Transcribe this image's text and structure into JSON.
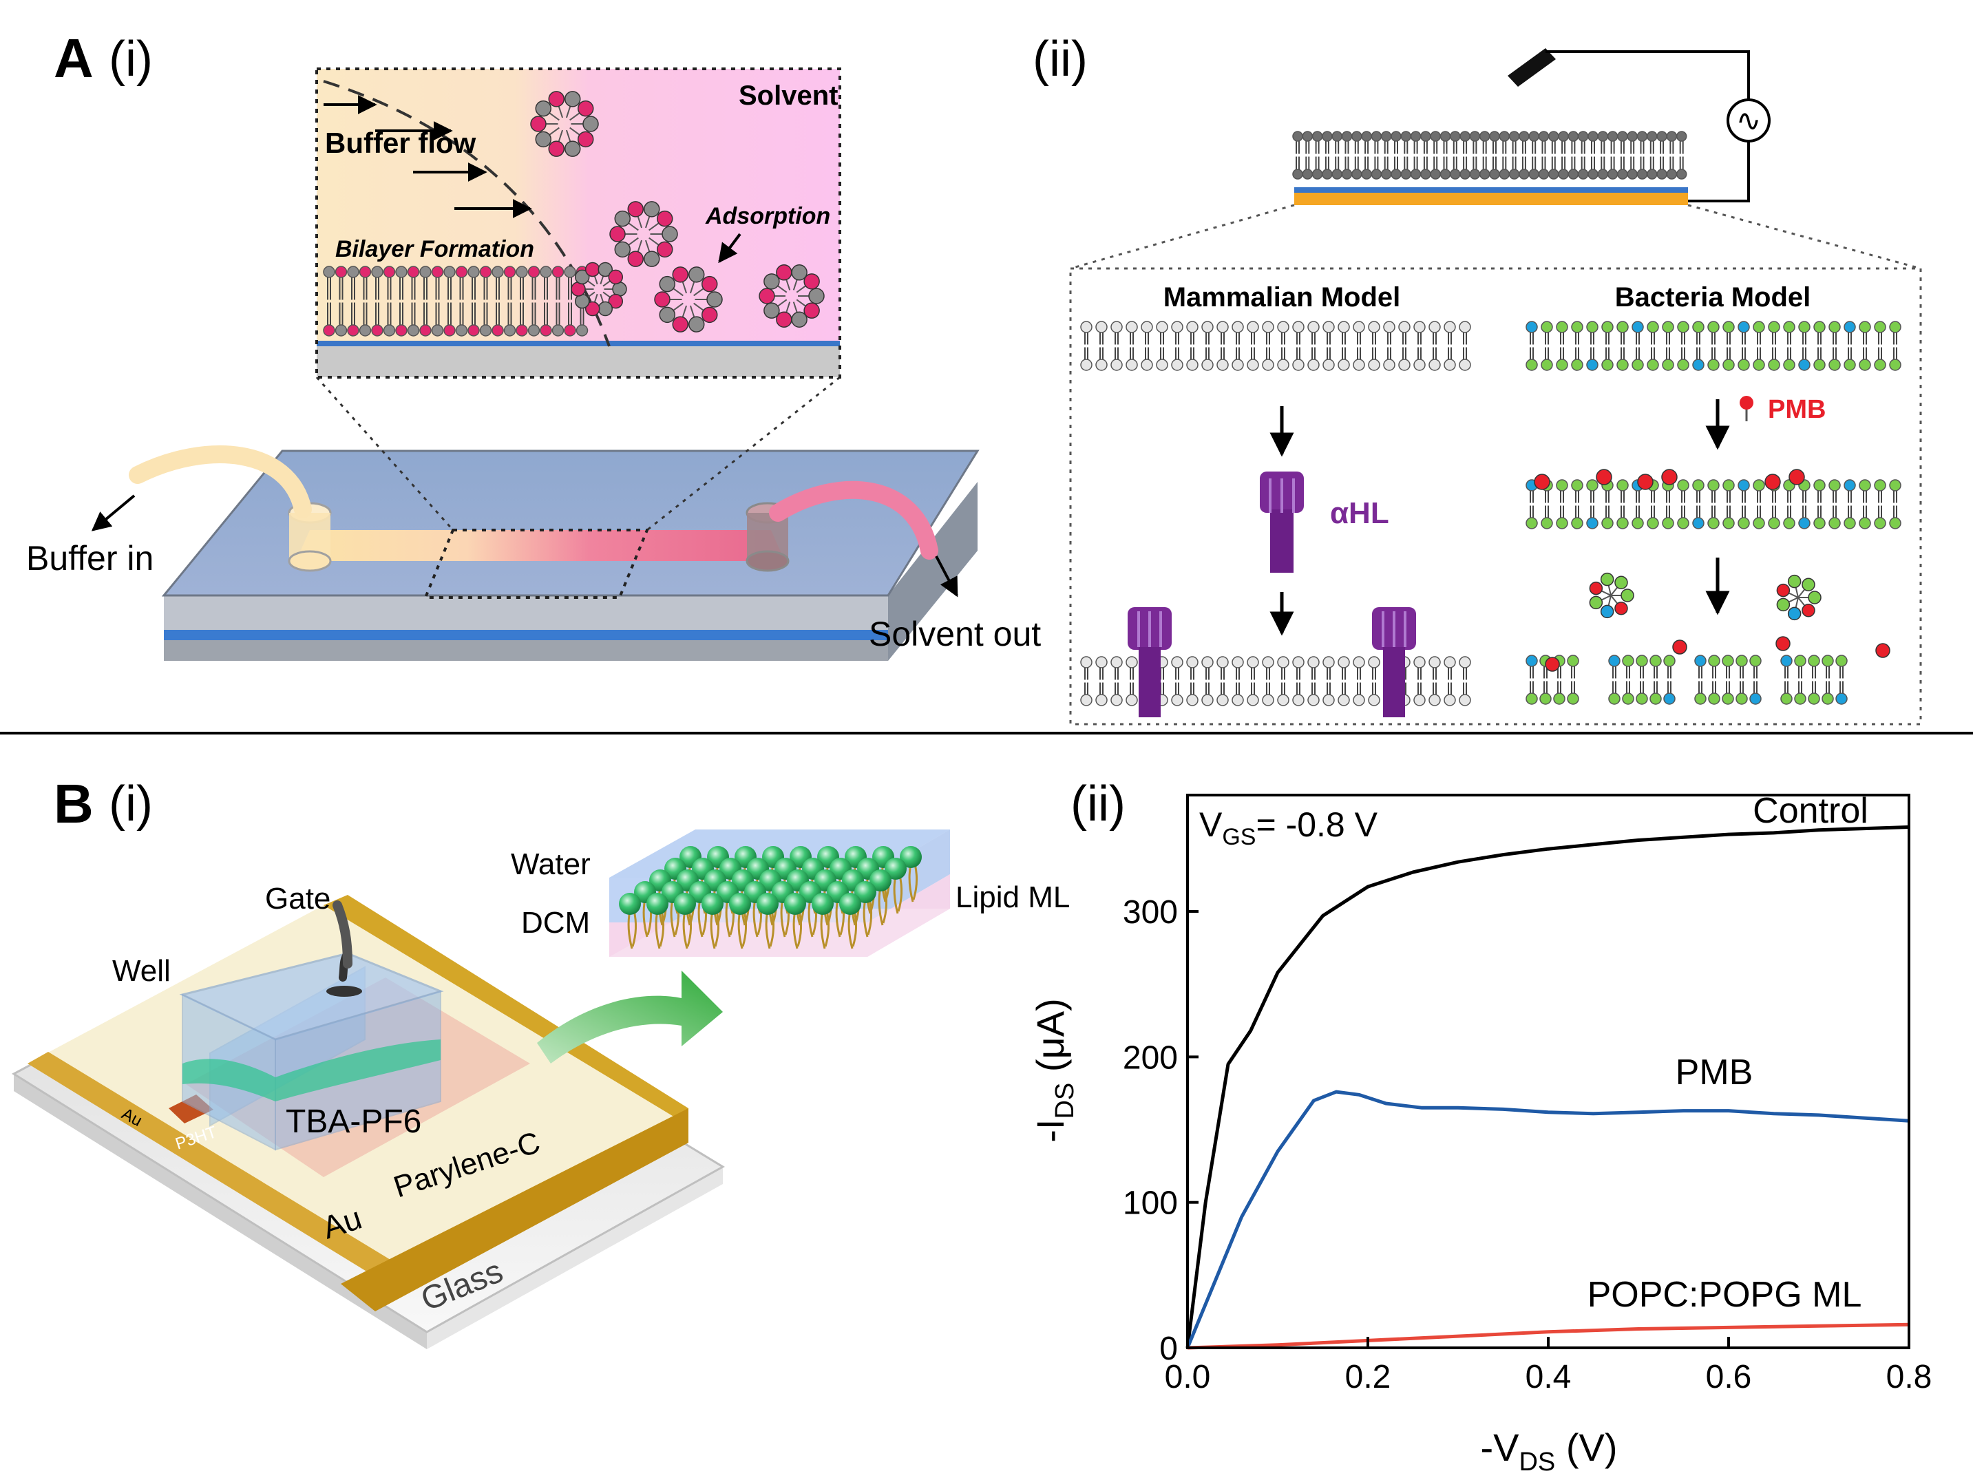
{
  "colors": {
    "background": "#ffffff",
    "lipid_head_grey": "#8c8c8c",
    "lipid_head_pink": "#e0286e",
    "lipid_head_white": "#e6e6e6",
    "lipid_head_green": "#7ccd4c",
    "lipid_head_cyan": "#1ea0dc",
    "pmb_red": "#e8202a",
    "alpha_hl_purple": "#7a2a96",
    "gold": "#d4a628",
    "p3ht_orange": "#c2501e",
    "curve_control": "#000000",
    "curve_pmb": "#1f5aa6",
    "curve_popc": "#e8483a"
  },
  "panel_a": {
    "letter": "A",
    "sub_i": "(i)",
    "sub_ii": "(ii)",
    "solvent": "Solvent",
    "buffer_flow": "Buffer flow",
    "bilayer_formation": "Bilayer Formation",
    "adsorption": "Adsorption",
    "buffer_in": "Buffer in",
    "solvent_out": "Solvent out",
    "mammalian_model": "Mammalian Model",
    "bacteria_model": "Bacteria Model",
    "alpha_hl": "αHL",
    "pmb": "PMB",
    "source_symbol": "∿"
  },
  "panel_b": {
    "letter": "B",
    "sub_i": "(i)",
    "sub_ii": "(ii)",
    "gate": "Gate",
    "well": "Well",
    "water": "Water",
    "dcm": "DCM",
    "lipid_ml": "Lipid ML",
    "tba_pf6": "TBA-PF6",
    "parylene": "Parylene-C",
    "au_small": "Au",
    "au_large": "Au",
    "p3ht": "P3HT",
    "glass": "Glass"
  },
  "chart_data": {
    "type": "line",
    "annotation": "VGS= -0.8 V",
    "annotation_parts": {
      "main": "V",
      "sub": "GS",
      "rest": "= -0.8 V"
    },
    "xlabel": "-VDS (V)",
    "xlabel_parts": {
      "pre": "-V",
      "sub": "DS",
      "post": " (V)"
    },
    "ylabel": "-IDS (μA)",
    "ylabel_parts": {
      "pre": "-I",
      "sub": "DS",
      "post": " (μA)"
    },
    "xlim": [
      0.0,
      0.8
    ],
    "ylim": [
      0,
      380
    ],
    "xticks": [
      0.0,
      0.2,
      0.4,
      0.6,
      0.8
    ],
    "xtick_labels": [
      "0.0",
      "0.2",
      "0.4",
      "0.6",
      "0.8"
    ],
    "yticks": [
      0,
      100,
      200,
      300
    ],
    "ytick_labels": [
      "0",
      "100",
      "200",
      "300"
    ],
    "grid": false,
    "series": [
      {
        "name": "Control",
        "x": [
          0.0,
          0.02,
          0.045,
          0.07,
          0.1,
          0.15,
          0.2,
          0.25,
          0.3,
          0.35,
          0.4,
          0.45,
          0.5,
          0.55,
          0.6,
          0.65,
          0.7,
          0.75,
          0.8
        ],
        "y": [
          0,
          100,
          195,
          218,
          258,
          297,
          317,
          327,
          334,
          339,
          343,
          346,
          349,
          351,
          353,
          354,
          356,
          357,
          358
        ]
      },
      {
        "name": "PMB",
        "x": [
          0.0,
          0.03,
          0.06,
          0.1,
          0.14,
          0.165,
          0.19,
          0.22,
          0.26,
          0.3,
          0.35,
          0.4,
          0.45,
          0.5,
          0.55,
          0.6,
          0.65,
          0.7,
          0.75,
          0.8
        ],
        "y": [
          0,
          45,
          90,
          135,
          170,
          176,
          174,
          168,
          165,
          165,
          164,
          162,
          161,
          162,
          163,
          163,
          161,
          160,
          158,
          156
        ]
      },
      {
        "name": "POPC:POPG ML",
        "x": [
          0.0,
          0.1,
          0.2,
          0.3,
          0.4,
          0.5,
          0.6,
          0.7,
          0.8
        ],
        "y": [
          0,
          2,
          5,
          8,
          11,
          13,
          14,
          15,
          16
        ]
      }
    ]
  }
}
